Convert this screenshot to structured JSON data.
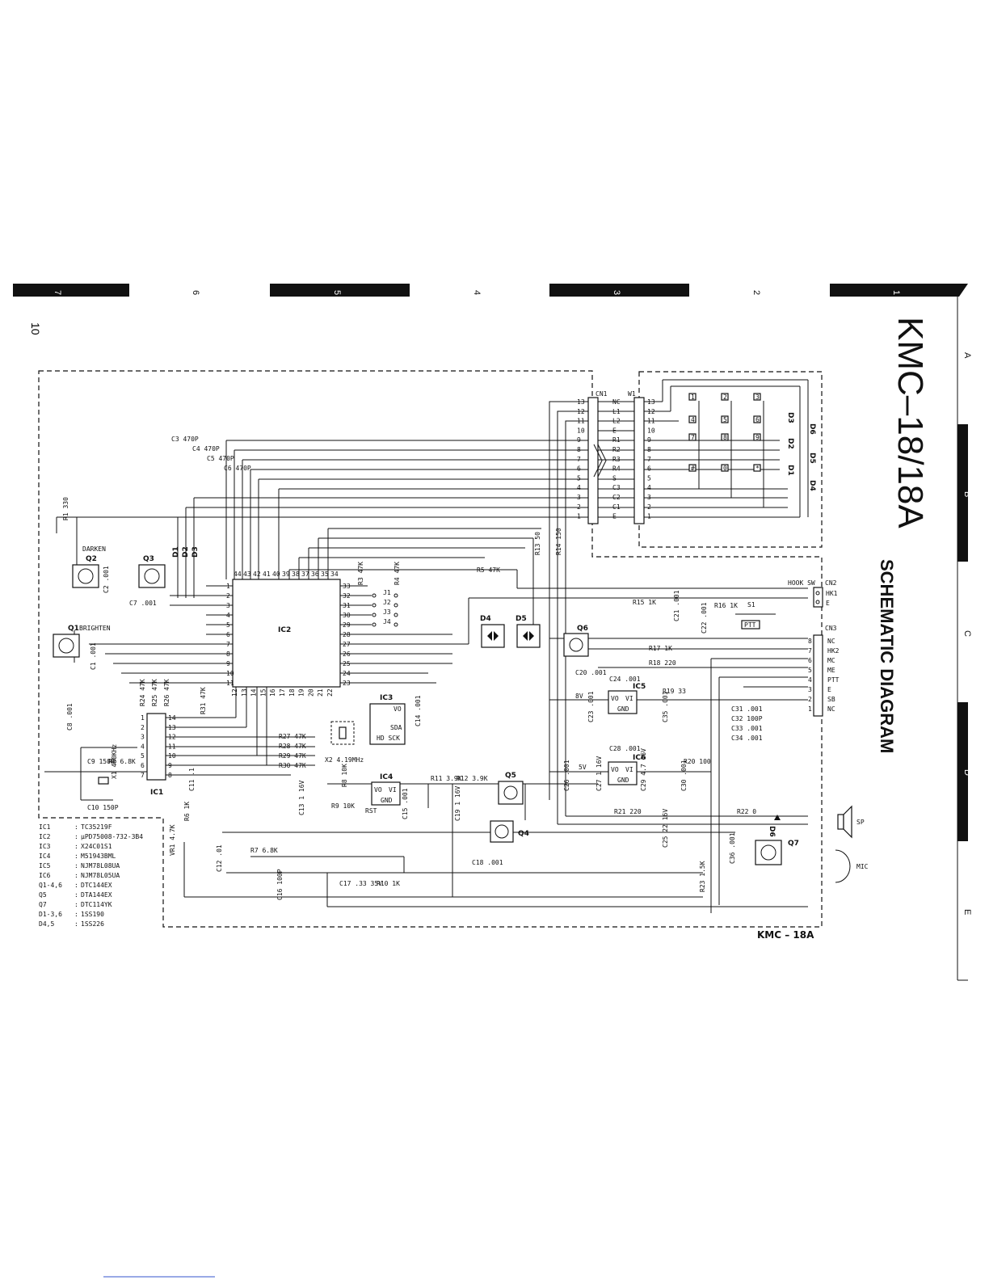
{
  "page_number": "10",
  "title": "KMC–18/18A",
  "subtitle": "SCHEMATIC DIAGRAM",
  "variant_label": "KMC – 18A",
  "top_ruler": [
    "7",
    "6",
    "5",
    "4",
    "3",
    "2",
    "1"
  ],
  "side_ruler": [
    "A",
    "B",
    "C",
    "D",
    "E"
  ],
  "ic_list": [
    {
      "ref": "IC1",
      "part": "TC35219F"
    },
    {
      "ref": "IC2",
      "part": "μPD75008-732-3B4"
    },
    {
      "ref": "IC3",
      "part": "X24C01S1"
    },
    {
      "ref": "IC4",
      "part": "M51943BML"
    },
    {
      "ref": "IC5",
      "part": "NJM78L08UA"
    },
    {
      "ref": "IC6",
      "part": "NJM78L05UA"
    },
    {
      "ref": "Q1-4,6",
      "part": "DTC144EX"
    },
    {
      "ref": "Q5",
      "part": "DTA144EX"
    },
    {
      "ref": "Q7",
      "part": "DTC114YK"
    },
    {
      "ref": "D1-3,6",
      "part": "1SS190"
    },
    {
      "ref": "D4,5",
      "part": "1SS226"
    }
  ],
  "components": {
    "ic1": "IC1",
    "ic2": "IC2",
    "ic3": "IC3",
    "ic4": "IC4",
    "ic5": "IC5",
    "ic6": "IC6",
    "q1": "Q1",
    "q2": "Q2",
    "q3": "Q3",
    "q4": "Q4",
    "q5": "Q5",
    "q6": "Q6",
    "q7": "Q7",
    "d1": "D1",
    "d2": "D2",
    "d3": "D3",
    "d4": "D4",
    "d5": "D5",
    "d6": "D6",
    "cn1": "CN1",
    "cn2": "CN2",
    "cn3": "CN3",
    "w1": "W1",
    "darken": "DARKEN",
    "brighten": "BRIGHTEN",
    "hook_sw": "HOOK SW",
    "s1": "S1",
    "ptt": "PTT",
    "x1": "X1 480KHz",
    "x2": "X2 4.19MHz",
    "sp": "SP",
    "mic": "MIC",
    "rst": "RST",
    "vo": "VO",
    "vi": "VI",
    "gnd": "GND",
    "sda": "SDA",
    "scl": "HD SCK",
    "v8": "8V",
    "v5": "5V",
    "vr1": "VR1 4.7K"
  },
  "cn1_pins": [
    "NC",
    "L1",
    "L2",
    "E",
    "R1",
    "R2",
    "R3",
    "R4",
    "S",
    "C3",
    "C2",
    "C1",
    "E"
  ],
  "cn1_numbers": [
    "13",
    "12",
    "11",
    "10",
    "9",
    "8",
    "7",
    "6",
    "5",
    "4",
    "3",
    "2",
    "1"
  ],
  "cn2_pins": [
    "HK1",
    "E"
  ],
  "cn3_pins": [
    "NC",
    "HK2",
    "MC",
    "ME",
    "PTT",
    "E",
    "SB",
    "NC"
  ],
  "cn3_numbers": [
    "8",
    "7",
    "6",
    "5",
    "4",
    "3",
    "2",
    "1"
  ],
  "keypad": [
    "1",
    "2",
    "3",
    "4",
    "5",
    "6",
    "7",
    "8",
    "9",
    "#",
    "0",
    "*"
  ],
  "jumpers": [
    "J1",
    "J2",
    "J3",
    "J4"
  ],
  "parts": {
    "r1": "R1 330",
    "r2": "R2 6.8K",
    "r3": "R3 47K",
    "r4": "R4 47K",
    "r5": "R5 47K",
    "r6": "R6 1K",
    "r7": "R7 6.8K",
    "r8": "R8 10K",
    "r9": "R9 10K",
    "r10": "R10 1K",
    "r11": "R11 3.9K",
    "r12": "R12 3.9K",
    "r13": "R13 50",
    "r14": "R14 150",
    "r15": "R15 1K",
    "r16": "R16 1K",
    "r17": "R17 1K",
    "r18": "R18 220",
    "r19": "R19 33",
    "r20": "R20 100",
    "r21": "R21 220",
    "r22": "R22 0",
    "r23": "R23 1.5K",
    "r24": "R24 47K",
    "r25": "R25 47K",
    "r26": "R26 47K",
    "r27": "R27 47K",
    "r28": "R28 47K",
    "r29": "R29 47K",
    "r30": "R30 47K",
    "r31": "R31 47K",
    "c1": "C1 .001",
    "c2": "C2 .001",
    "c3": "C3 470P",
    "c4": "C4 470P",
    "c5": "C5 470P",
    "c6": "C6 470P",
    "c7": "C7 .001",
    "c8": "C8 .001",
    "c9": "C9 150P",
    "c10": "C10 150P",
    "c11": "C11 .1",
    "c12": "C12 .01",
    "c13": "C13 1 16V",
    "c14": "C14 .001",
    "c15": "C15 .001",
    "c16": "C16 100P",
    "c17": "C17 .33 35V",
    "c18": "C18 .001",
    "c19": "C19 1 16V",
    "c20": "C20 .001",
    "c21": "C21 .001",
    "c22": "C22 .001",
    "c23": "C23 .001",
    "c24": "C24 .001",
    "c25": "C25 22 16V",
    "c26": "C26 .001",
    "c27": "C27 1 16V",
    "c28": "C28 .001",
    "c29": "C29 4.7 16V",
    "c30": "C30 .001",
    "c31": "C31 .001",
    "c32": "C32 100P",
    "c33": "C33 .001",
    "c34": "C34 .001",
    "c35": "C35 .001",
    "c36": "C36 .001",
    "r22b": "R22 0"
  },
  "ic2_pins_top": [
    "44",
    "43",
    "42",
    "41",
    "40",
    "39",
    "38",
    "37",
    "36",
    "35",
    "34"
  ],
  "ic2_pins_right": [
    "33",
    "32",
    "31",
    "30",
    "29",
    "28",
    "27",
    "26",
    "25",
    "24",
    "23"
  ],
  "ic2_pins_left": [
    "1",
    "2",
    "3",
    "4",
    "5",
    "6",
    "7",
    "8",
    "9",
    "10",
    "11"
  ],
  "ic2_pins_bottom": [
    "12",
    "13",
    "14",
    "15",
    "16",
    "17",
    "18",
    "19",
    "20",
    "21",
    "22"
  ],
  "ic1_pins_left": [
    "1",
    "2",
    "3",
    "4",
    "5",
    "6",
    "7"
  ],
  "ic1_pins_right": [
    "14",
    "13",
    "12",
    "11",
    "10",
    "9",
    "8"
  ]
}
